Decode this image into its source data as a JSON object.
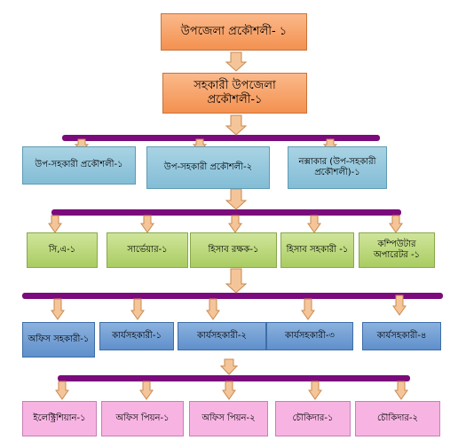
{
  "chart": {
    "level1": {
      "label": "উপজেলা প্রকৌশলী- ১"
    },
    "level2": {
      "label": "সহকারী উপজেলা প্রকৌশলী-১"
    },
    "level3": [
      {
        "label": "উপ-সহকারী প্রকৌশলী-১"
      },
      {
        "label": "উপ-সহকারী প্রকৌশলী-২"
      },
      {
        "label": "নক্সাকার (উপ-সহকারী প্রকৌশলী)-১"
      }
    ],
    "level4": [
      {
        "label": "সি,এ-১"
      },
      {
        "label": "সার্ভেয়ার-১"
      },
      {
        "label": "হিসাব রক্ষক-১"
      },
      {
        "label": "হিসাব সহকারী -১"
      },
      {
        "label": "কম্পিউটার অপারেটর -১"
      }
    ],
    "level5": [
      {
        "label": "অফিস সহকারী-১"
      },
      {
        "label": "কার্যসহকারী-১"
      },
      {
        "label": "কার্যসহকারী-২"
      },
      {
        "label": "কার্যসহকারী-৩"
      },
      {
        "label": "কার্যসহকারী-৪"
      }
    ],
    "level6": [
      {
        "label": "ইলেক্ট্রিশিয়ান-১"
      },
      {
        "label": "অফিস পিয়ন-১"
      },
      {
        "label": "অফিস পিয়ন-২"
      },
      {
        "label": "চৌকিদার-১"
      },
      {
        "label": "চৌকিদার-২"
      }
    ]
  },
  "colors": {
    "arrow_fill": "#f5c59a",
    "arrow_stroke": "#c98a4e",
    "connector_bar": "#7b0a7d"
  }
}
